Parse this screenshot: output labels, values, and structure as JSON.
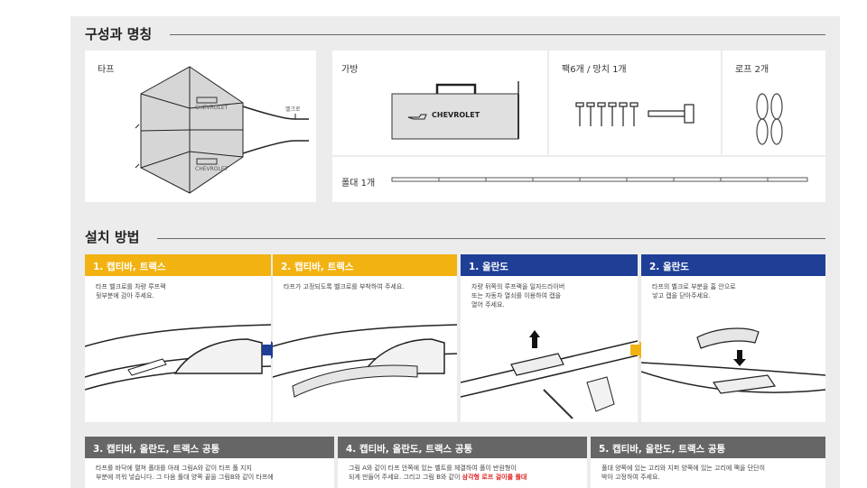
{
  "sections": {
    "components": {
      "title": "구성과 명칭"
    },
    "install": {
      "title": "설치 방법"
    }
  },
  "parts": {
    "tarp": {
      "label": "타프",
      "strap_label": "벨크로",
      "brand_text": "CHEVROLET"
    },
    "bag": {
      "label": "가방",
      "brand_text": "CHEVROLET"
    },
    "pegs": {
      "label": "팩6개 / 망치 1개"
    },
    "rope": {
      "label": "로프 2개"
    },
    "pole": {
      "label": "폴대 1개"
    }
  },
  "steps": [
    {
      "title": "1. 캡티바, 트랙스",
      "text": "타프 벨크로를 차량 루프랙\n뒷부분에 감아 주세요."
    },
    {
      "title": "2. 캡티바, 트랙스",
      "text": "타프가 고정되도록 벨크로를 부착하여 주세요."
    },
    {
      "title": "1. 올란도",
      "text": "차량 뒤쪽의 루프랙을 일자드라이버\n또는 자동차 열쇠를 이용하여 캡을\n열어 주세요."
    },
    {
      "title": "2. 올란도",
      "text": "타프의 벨크로 부분을 홈 안으로\n넣고 캡을 닫아주세요."
    },
    {
      "title": "3. 캡티바, 올란도, 트랙스 공통",
      "text": "타프를 바닥에 펼쳐 폴대를 아래 그림A와 같이 타프 폴 지지\n부분에 끼워 넣습니다. 그 다음 폴대 양쪽 끝을 그림B와 같이 타프에"
    },
    {
      "title": "4. 캡티바, 올란도, 트랙스 공통",
      "text": "그림 A와 같이 타프 안쪽에 있는 벨트를 체결하여 폴이 반원형이\n되게 만들어 주세요. 그리고 그림 B와 같이 ",
      "highlight": "삼각형 로프 걸이를 폴대"
    },
    {
      "title": "5. 캡티바, 올란도, 트랙스 공통",
      "text": "폴대 양쪽에 있는 고리와 지퍼 양쪽에 있는 고리에 팩을 단단히\n박아 고정하여 주세요."
    }
  ],
  "colors": {
    "yellow_header": "#f2b211",
    "blue_header": "#1f3e96",
    "gray_header": "#666666",
    "sheet_bg": "#ececec",
    "highlight_red": "#e02222"
  },
  "icons": {
    "step_arrow_1": "arrow-right-blue-icon",
    "step_arrow_2": "arrow-right-yellow-icon"
  }
}
